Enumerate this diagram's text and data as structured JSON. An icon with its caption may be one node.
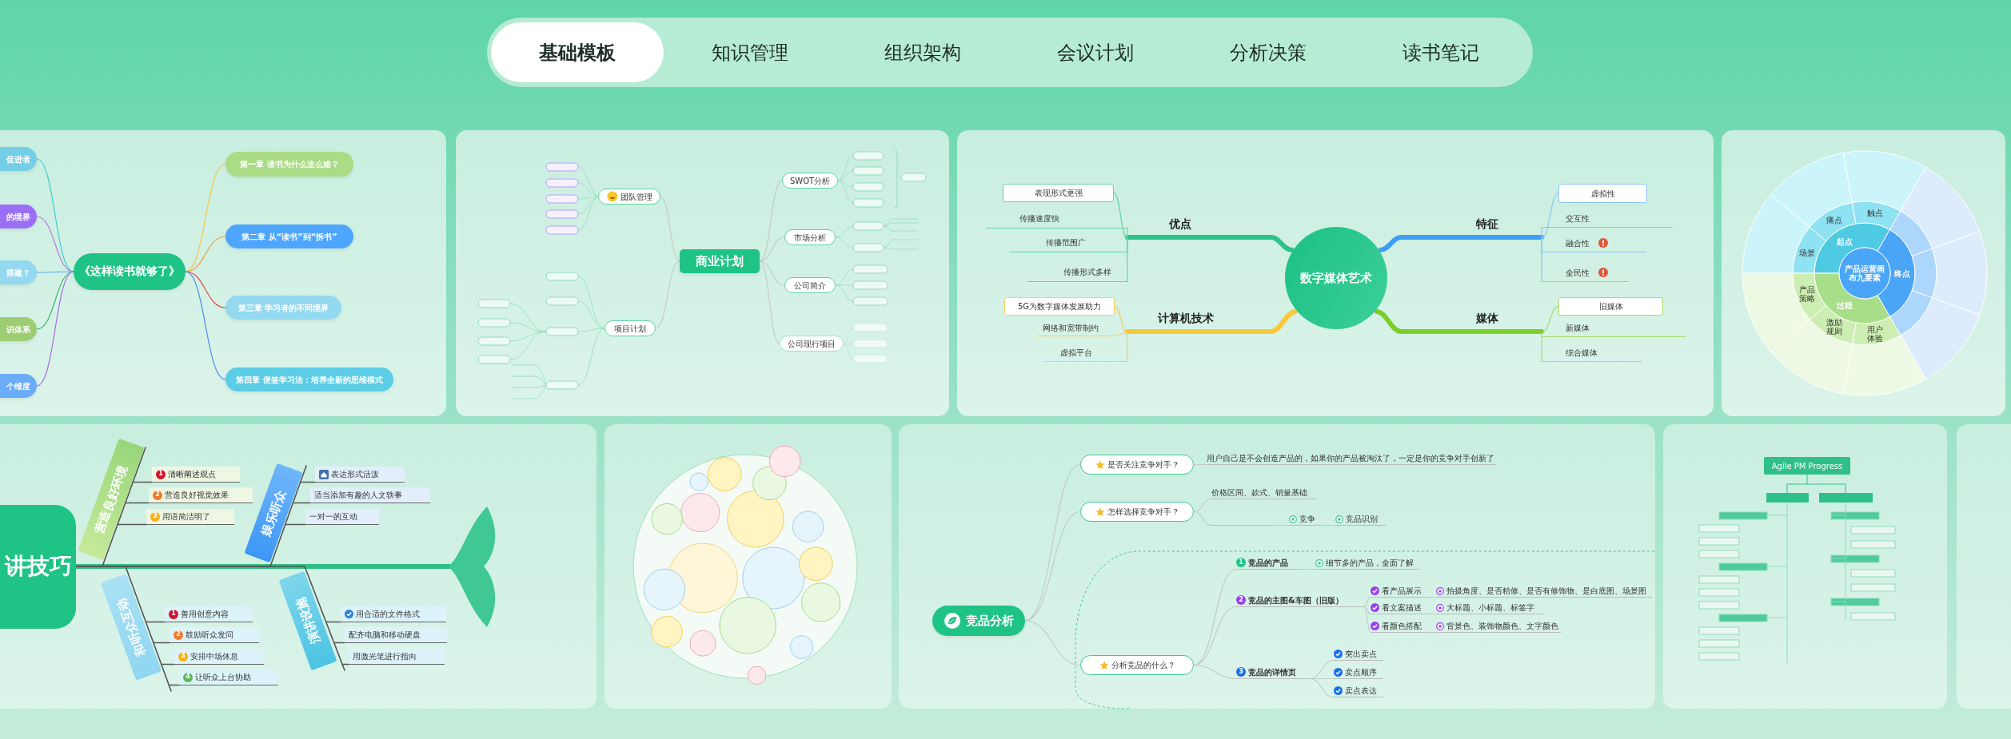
{
  "diagram": {
    "nodes": [
      {
        "text": [
          "《这样读书就够了》"
        ]
      },
      {
        "text": [
          "促进者"
        ]
      },
      {
        "text": [
          "的境界"
        ]
      },
      {
        "text": [
          "搭建？"
        ]
      },
      {
        "text": [
          "识体系"
        ]
      },
      {
        "text": [
          "个维度"
        ]
      },
      {
        "text": [
          "第一章 读书为什么这么难？"
        ]
      },
      {
        "text": [
          "第二章 从“读书”到“拆书”"
        ]
      },
      {
        "text": [
          "第三章 学习者的不同境界"
        ]
      },
      {
        "text": [
          "第四章 便签学习法：培养全新的思维模式"
        ]
      },
      {
        "text": [
          "商业计划"
        ]
      },
      {
        "text": [
          "团队管理"
        ]
      },
      {
        "text": [
          "项目计划"
        ]
      },
      {
        "text": [
          "SWOT分析"
        ]
      },
      {
        "text": [
          "市场分析"
        ]
      },
      {
        "text": [
          "公司简介"
        ]
      },
      {
        "text": [
          "公司现行项目"
        ]
      },
      {
        "text": [
          "数字媒体艺术"
        ]
      },
      {
        "text": [
          "优点"
        ]
      },
      {
        "text": [
          "表现形式更强"
        ]
      },
      {
        "text": [
          "传播速度快"
        ]
      },
      {
        "text": [
          "传播范围广"
        ]
      },
      {
        "text": [
          "传播形式多样"
        ]
      },
      {
        "text": [
          "计算机技术"
        ]
      },
      {
        "text": [
          "5G为数字媒体发展助力"
        ]
      },
      {
        "text": [
          "网络和宽带制约"
        ]
      },
      {
        "text": [
          "虚拟平台"
        ]
      },
      {
        "text": [
          "特征"
        ]
      },
      {
        "text": [
          "虚拟性"
        ]
      },
      {
        "text": [
          "交互性"
        ]
      },
      {
        "text": [
          "融合性"
        ]
      },
      {
        "text": [
          "全民性"
        ]
      },
      {
        "text": [
          "媒体"
        ]
      },
      {
        "text": [
          "旧媒体"
        ]
      },
      {
        "text": [
          "新媒体"
        ]
      },
      {
        "text": [
          "综合媒体"
        ]
      },
      {
        "text": [
          "讲技巧"
        ]
      },
      {
        "text": [],
        "shape": "tail"
      },
      {
        "text": [
          "营造良好环境"
        ]
      },
      {
        "text": [
          "1",
          "清晰阐述观点"
        ]
      },
      {
        "text": [
          "2",
          "营造良好视觉效果"
        ]
      },
      {
        "text": [
          "3",
          "用语简洁明了"
        ]
      },
      {
        "text": [
          "娱乐听众"
        ]
      },
      {
        "text": [
          "表达形式活泼"
        ]
      },
      {
        "text": [
          "适当添加有趣的人文轶事"
        ]
      },
      {
        "text": [
          "一对一的互动"
        ]
      },
      {
        "text": [
          "和听众互动"
        ]
      },
      {
        "text": [
          "1",
          "善用创意内容"
        ]
      },
      {
        "text": [
          "2",
          "鼓励听众发问"
        ]
      },
      {
        "text": [
          "3",
          "安排中场休息"
        ]
      },
      {
        "text": [
          "4",
          "让听众上台协助"
        ]
      },
      {
        "text": [
          "演讲设施"
        ]
      },
      {
        "text": [
          "用合适的文件格式"
        ]
      },
      {
        "text": [
          "配齐电脑和移动硬盘"
        ]
      },
      {
        "text": [
          "用激光笔进行指向"
        ]
      },
      {
        "text": [
          "竞品分析"
        ]
      },
      {
        "text": [
          "是否关注竞争对手？"
        ]
      },
      {
        "text": [
          "怎样选择竞争对手？"
        ]
      },
      {
        "text": [
          "分析竞品的什么？"
        ]
      },
      {
        "text": [
          "用户自己是不会创造产品的，如果你的产品被淘汰了，一定是你的竞争对手创新了"
        ]
      },
      {
        "text": [
          "价格区间、款式、销量基础"
        ]
      },
      {
        "text": [],
        "shape": "line"
      },
      {
        "text": [
          "竞争"
        ]
      },
      {
        "text": [
          "竞品识别"
        ]
      },
      {
        "text": [
          "1",
          "竞品的产品"
        ]
      },
      {
        "text": [
          "细节多的产品，全面了解"
        ]
      },
      {
        "text": [
          "2",
          "竞品的主图&车图（旧版）"
        ]
      },
      {
        "text": [
          "看产品展示"
        ]
      },
      {
        "text": [
          "拍摄角度、是否精修、是否有修饰物、是白底图、场景图"
        ]
      },
      {
        "text": [
          "看文案描述"
        ]
      },
      {
        "text": [
          "大标题、小标题、标签字"
        ]
      },
      {
        "text": [
          "看颜色搭配"
        ]
      },
      {
        "text": [
          "背景色、装饰物颜色、文字颜色"
        ]
      },
      {
        "text": [
          "3",
          "竞品的详情页"
        ]
      },
      {
        "text": [
          "突出卖点"
        ]
      },
      {
        "text": [
          "卖点顺序"
        ]
      },
      {
        "text": [
          "卖点表达"
        ]
      }
    ],
    "edges": [
      {
        "from": 0,
        "to": 1,
        "arrow": "none",
        "color": "#3ccfd0"
      },
      {
        "from": 0,
        "to": 2,
        "arrow": "none",
        "color": "#b57be0"
      },
      {
        "from": 0,
        "to": 3,
        "arrow": "none",
        "color": "#5aaee8"
      },
      {
        "from": 0,
        "to": 4,
        "arrow": "none",
        "color": "#46b36e"
      },
      {
        "from": 0,
        "to": 5,
        "arrow": "none",
        "color": "#a66be0"
      },
      {
        "from": 0,
        "to": 6,
        "arrow": "none",
        "color": "#f0c850"
      },
      {
        "from": 0,
        "to": 7,
        "arrow": "none",
        "color": "#f0a040"
      },
      {
        "from": 0,
        "to": 8,
        "arrow": "none",
        "color": "#e0504a"
      },
      {
        "from": 0,
        "to": 9,
        "arrow": "none",
        "color": "#4a88e8"
      },
      {
        "from": 10,
        "to": 11,
        "arrow": "none"
      },
      {
        "from": 10,
        "to": 12,
        "arrow": "none"
      },
      {
        "from": 10,
        "to": 13,
        "arrow": "none"
      },
      {
        "from": 10,
        "to": 14,
        "arrow": "none"
      },
      {
        "from": 10,
        "to": 15,
        "arrow": "none"
      },
      {
        "from": 10,
        "to": 16,
        "arrow": "none"
      },
      {
        "from": 17,
        "to": 18,
        "arrow": "none",
        "style": "thick",
        "color": "#2cc28a"
      },
      {
        "from": 18,
        "to": 19,
        "arrow": "none",
        "color": "#66d3a8"
      },
      {
        "from": 18,
        "to": 20,
        "arrow": "none",
        "color": "#66d3a8"
      },
      {
        "from": 18,
        "to": 21,
        "arrow": "none",
        "color": "#66d3a8"
      },
      {
        "from": 18,
        "to": 22,
        "arrow": "none",
        "color": "#66d3a8"
      },
      {
        "from": 17,
        "to": 23,
        "arrow": "none",
        "style": "thick",
        "color": "#f9c93c"
      },
      {
        "from": 23,
        "to": 24,
        "arrow": "none",
        "color": "#f5cf60"
      },
      {
        "from": 23,
        "to": 25,
        "arrow": "none",
        "color": "#f5cf60"
      },
      {
        "from": 23,
        "to": 26,
        "arrow": "none",
        "color": "#f5cf60"
      },
      {
        "from": 17,
        "to": 27,
        "arrow": "none",
        "style": "thick",
        "color": "#3d9ef5"
      },
      {
        "from": 27,
        "to": 28,
        "arrow": "none",
        "color": "#8ec5f5"
      },
      {
        "from": 27,
        "to": 29,
        "arrow": "none",
        "color": "#8ec5f5"
      },
      {
        "from": 27,
        "to": 30,
        "arrow": "none",
        "color": "#8ec5f5"
      },
      {
        "from": 27,
        "to": 31,
        "arrow": "none",
        "color": "#8ec5f5"
      },
      {
        "from": 17,
        "to": 32,
        "arrow": "none",
        "style": "thick",
        "color": "#7ccf2a"
      },
      {
        "from": 32,
        "to": 33,
        "arrow": "none",
        "color": "#a6dc6a"
      },
      {
        "from": 32,
        "to": 34,
        "arrow": "none",
        "color": "#a6dc6a"
      },
      {
        "from": 32,
        "to": 35,
        "arrow": "none",
        "color": "#a6dc6a"
      },
      {
        "from": 36,
        "to": 37,
        "arrow": "none",
        "style": "thick",
        "color": "#2fbf86"
      },
      {
        "from": 36,
        "to": 38,
        "arrow": "none",
        "color": "#555555"
      },
      {
        "from": 38,
        "to": 39,
        "arrow": "none",
        "color": "#555555"
      },
      {
        "from": 38,
        "to": 40,
        "arrow": "none",
        "color": "#555555"
      },
      {
        "from": 38,
        "to": 41,
        "arrow": "none",
        "color": "#555555"
      },
      {
        "from": 36,
        "to": 42,
        "arrow": "none",
        "color": "#555555"
      },
      {
        "from": 42,
        "to": 43,
        "arrow": "none",
        "color": "#555555"
      },
      {
        "from": 42,
        "to": 44,
        "arrow": "none",
        "color": "#555555"
      },
      {
        "from": 42,
        "to": 45,
        "arrow": "none",
        "color": "#555555"
      },
      {
        "from": 36,
        "to": 46,
        "arrow": "none",
        "color": "#555555"
      },
      {
        "from": 46,
        "to": 47,
        "arrow": "none",
        "color": "#555555"
      },
      {
        "from": 46,
        "to": 48,
        "arrow": "none",
        "color": "#555555"
      },
      {
        "from": 46,
        "to": 49,
        "arrow": "none",
        "color": "#555555"
      },
      {
        "from": 46,
        "to": 50,
        "arrow": "none",
        "color": "#555555"
      },
      {
        "from": 36,
        "to": 51,
        "arrow": "none",
        "color": "#555555"
      },
      {
        "from": 51,
        "to": 52,
        "arrow": "none",
        "color": "#555555"
      },
      {
        "from": 51,
        "to": 53,
        "arrow": "none",
        "color": "#555555"
      },
      {
        "from": 51,
        "to": 54,
        "arrow": "none",
        "color": "#555555"
      },
      {
        "from": 55,
        "to": 56,
        "arrow": "none"
      },
      {
        "from": 55,
        "to": 57,
        "arrow": "none"
      },
      {
        "from": 55,
        "to": 58,
        "arrow": "none"
      },
      {
        "from": 56,
        "to": 59,
        "arrow": "none"
      },
      {
        "from": 57,
        "to": 60,
        "arrow": "none"
      },
      {
        "from": 57,
        "to": 61,
        "arrow": "none"
      },
      {
        "from": 61,
        "to": 62,
        "arrow": "none"
      },
      {
        "from": 62,
        "to": 63,
        "arrow": "none"
      },
      {
        "from": 58,
        "to": 64,
        "arrow": "none"
      },
      {
        "from": 58,
        "to": 66,
        "arrow": "none"
      },
      {
        "from": 58,
        "to": 73,
        "arrow": "none"
      },
      {
        "from": 64,
        "to": 65,
        "arrow": "none"
      },
      {
        "from": 66,
        "to": 67,
        "arrow": "none"
      },
      {
        "from": 66,
        "to": 69,
        "arrow": "none"
      },
      {
        "from": 66,
        "to": 71,
        "arrow": "none"
      },
      {
        "from": 67,
        "to": 68,
        "arrow": "none"
      },
      {
        "from": 69,
        "to": 70,
        "arrow": "none"
      },
      {
        "from": 71,
        "to": 72,
        "arrow": "none"
      },
      {
        "from": 73,
        "to": 74,
        "arrow": "none"
      },
      {
        "from": 73,
        "to": 75,
        "arrow": "none"
      },
      {
        "from": 73,
        "to": 76,
        "arrow": "none"
      }
    ],
    "labels": [
      "基础模板",
      "知识管理",
      "组织架构",
      "会议计划",
      "分析决策",
      "读书笔记",
      "产品运营画布九要素",
      "起点",
      "终点",
      "过程",
      "场景",
      "痛点",
      "触点",
      "产品策略",
      "激励规则",
      "用户体验",
      "Agile PM Progress"
    ]
  }
}
